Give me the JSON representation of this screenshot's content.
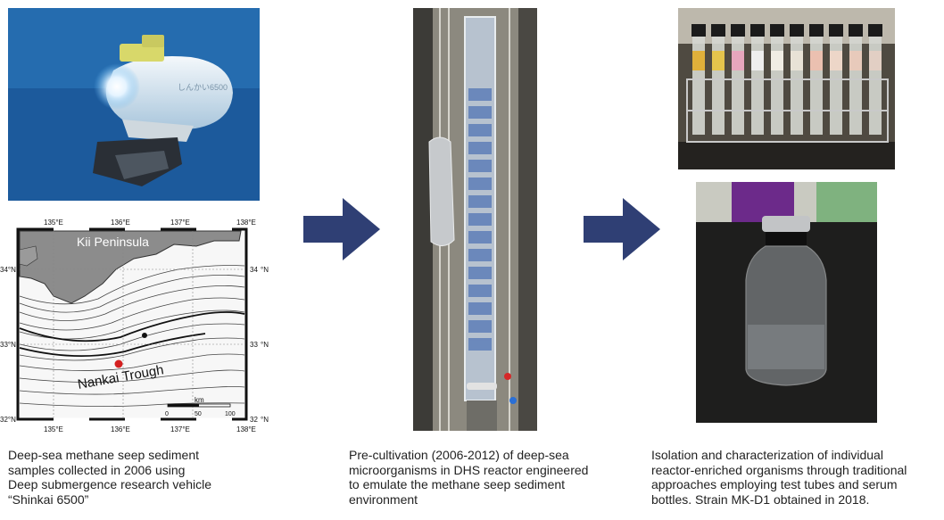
{
  "colors": {
    "arrow": "#2f3f74",
    "sea_blue": "#1f63a8",
    "sample_site": "#d42020"
  },
  "map": {
    "lon_labels": [
      "135°E",
      "136°E",
      "137°E",
      "138°E"
    ],
    "lat_labels_left": [
      "34°N",
      "33°N",
      "32°N"
    ],
    "lat_labels_right_num": [
      "34",
      "33",
      "32"
    ],
    "lat_label_right_unit": "°N",
    "region_labels": {
      "peninsula": "Kii Peninsula",
      "trough": "Nankai Trough"
    },
    "scale_bar": {
      "unit": "km",
      "ticks": [
        "0",
        "50",
        "100"
      ]
    }
  },
  "captions": {
    "step1": "Deep-sea methane seep sediment\nsamples collected in 2006 using\nDeep submergence research vehicle\n“Shinkai 6500”",
    "step2": "Pre-cultivation (2006-2012) of deep-sea\nmicroorganisms in DHS reactor engineered\nto emulate the methane seep sediment\nenvironment",
    "step3": "Isolation and characterization of individual\nreactor-enriched organisms through traditional\napproaches employing test tubes and serum\nbottles. Strain MK-D1 obtained in 2018."
  },
  "icons": {
    "flow_arrow": "right-arrow-icon"
  }
}
